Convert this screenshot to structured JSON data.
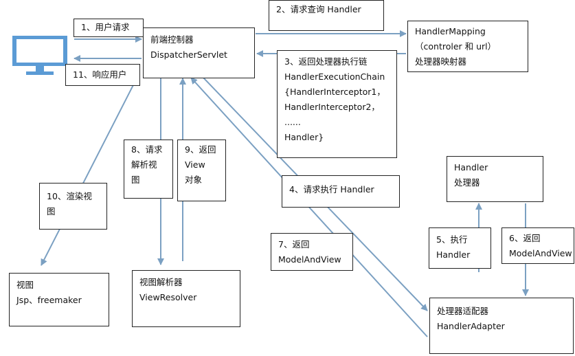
{
  "colors": {
    "arrow": "#7ba0c2",
    "monitor": "#5b9bd5",
    "border": "#222222"
  },
  "icons": {
    "client": "monitor-icon"
  },
  "boxes": {
    "front_controller": {
      "lines": [
        "前端控制器",
        "DispatcherServlet"
      ]
    },
    "handler_mapping": {
      "lines": [
        "HandlerMapping",
        "（controler 和 url）",
        "处理器映射器"
      ]
    },
    "execution_chain": {
      "lines": [
        "3、返回处理器执行链",
        "HandlerExecutionChain",
        "{HandlerInterceptor1，",
        "HandlerInterceptor2，",
        "......",
        "Handler}"
      ]
    },
    "handler": {
      "lines": [
        "Handler",
        "处理器"
      ]
    },
    "view": {
      "lines": [
        "视图",
        "Jsp、freemaker"
      ]
    },
    "view_resolver": {
      "lines": [
        "视图解析器",
        "ViewResolver"
      ]
    },
    "handler_adapter": {
      "lines": [
        "处理器适配器",
        "HandlerAdapter"
      ]
    }
  },
  "labels": {
    "step1": [
      "1、用户请求"
    ],
    "step2": [
      "2、请求查询 Handler"
    ],
    "step4": [
      "4、请求执行 Handler"
    ],
    "step5": [
      "5、执行",
      "Handler"
    ],
    "step6": [
      "6、返回",
      "ModelAndView"
    ],
    "step7": [
      "7、返回",
      "ModelAndView"
    ],
    "step8": [
      "8、请求",
      "解析视",
      "图"
    ],
    "step9": [
      "9、返回",
      "View",
      "对象"
    ],
    "step10": [
      "10、渲染视",
      "图"
    ],
    "step11": [
      "11、响应用户"
    ]
  }
}
